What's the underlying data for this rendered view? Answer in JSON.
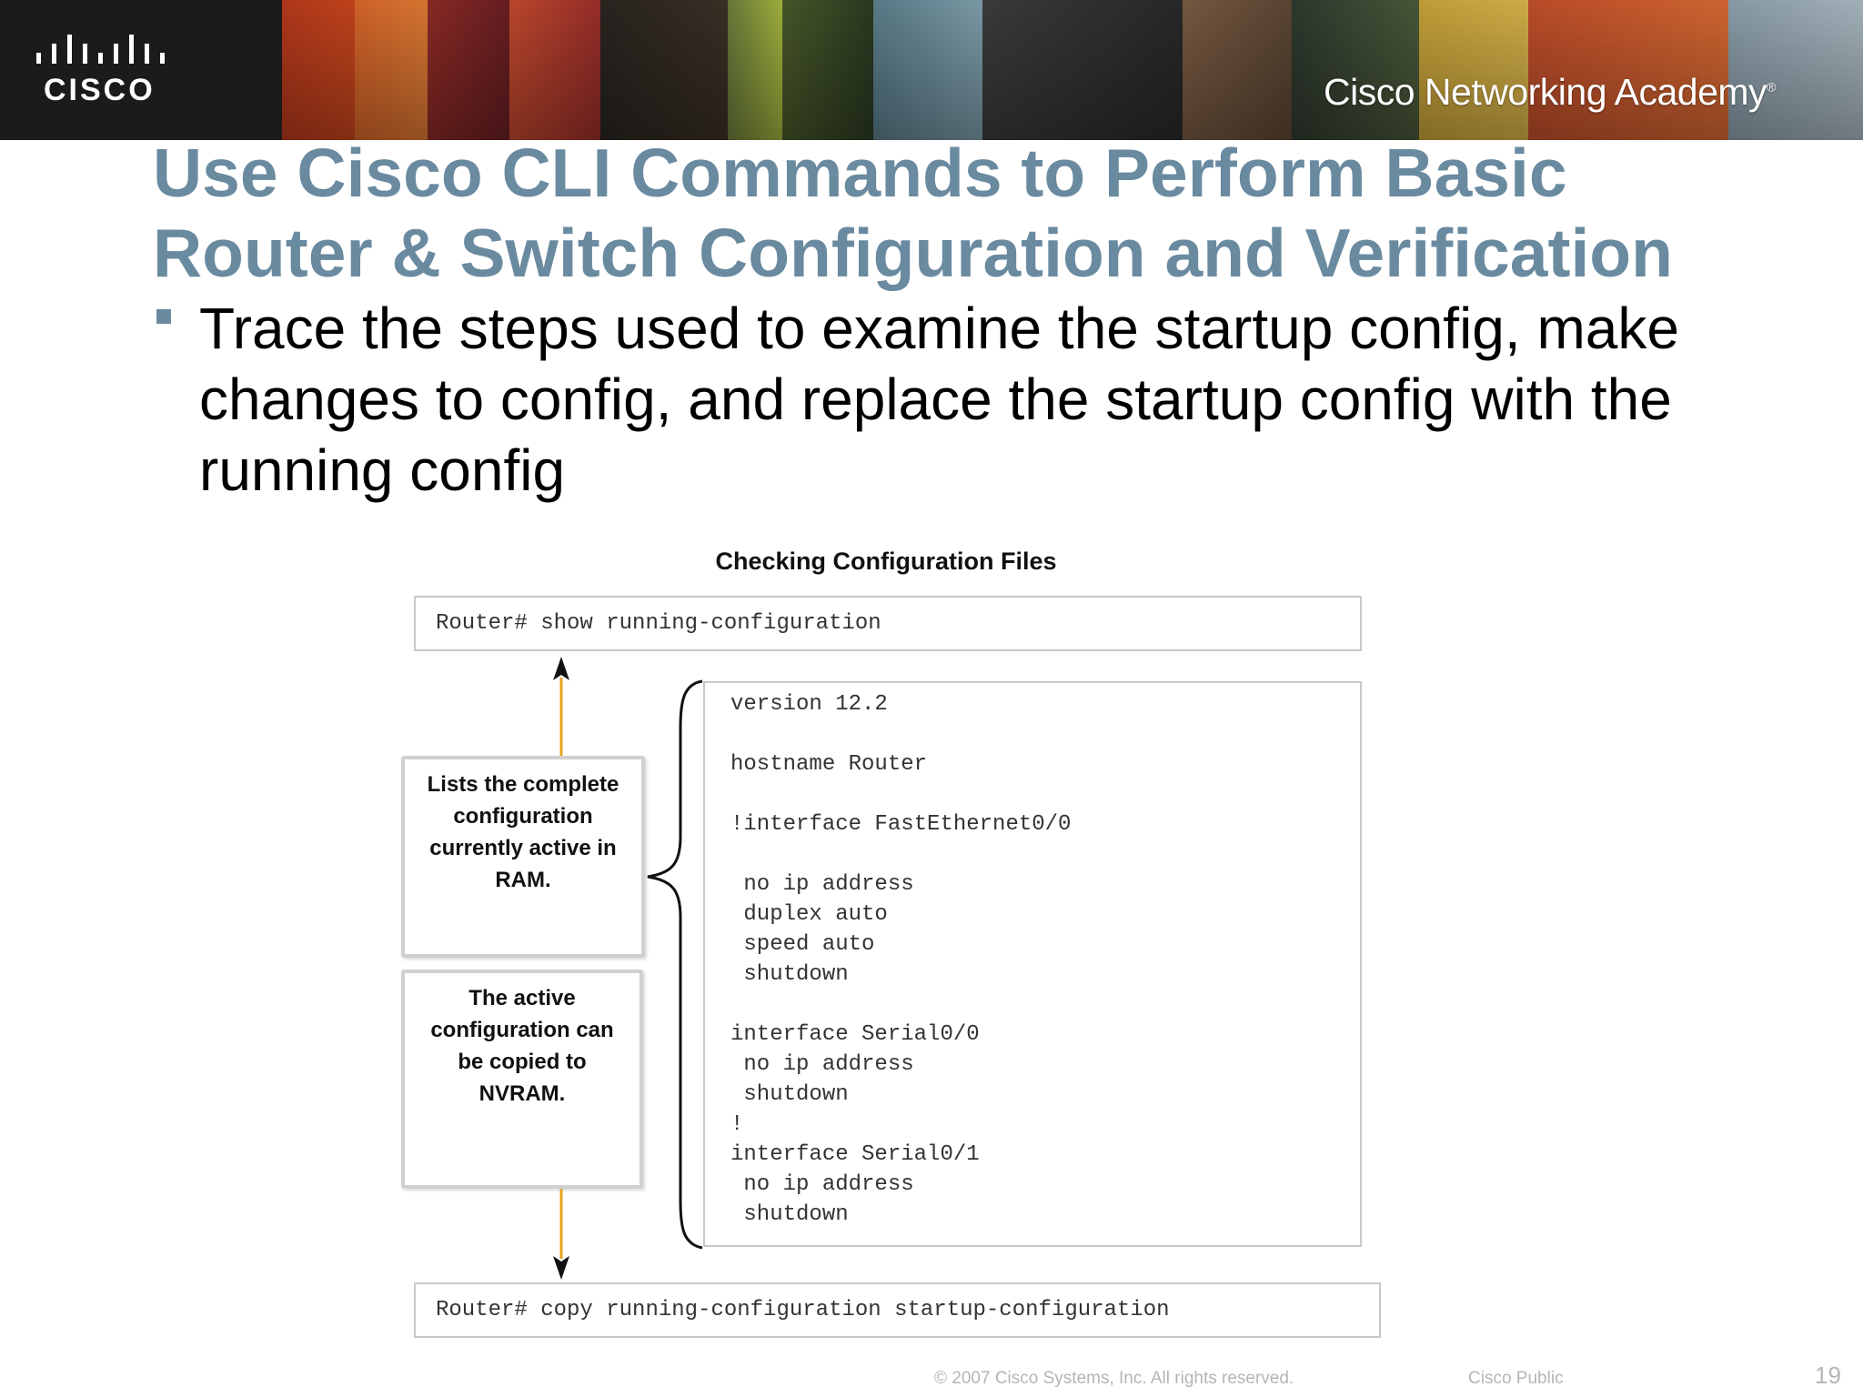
{
  "header": {
    "logo_text": "CISCO",
    "academy_label": "Cisco Networking Academy",
    "academy_mark": "®"
  },
  "slide": {
    "title_line1": "Use Cisco CLI Commands to Perform Basic",
    "title_line2": "Router & Switch Configuration and Verification",
    "bullet": "Trace the steps used to examine the startup config, make changes to config, and replace the startup config with the running config"
  },
  "figure": {
    "title": "Checking Configuration Files",
    "show_command": "Router# show running-configuration",
    "copy_command": "Router# copy running-configuration startup-configuration",
    "note_top": "Lists the complete configuration currently active in RAM.",
    "note_bottom": "The active configuration can be copied to NVRAM.",
    "config_lines": [
      "version 12.2",
      "hostname Router",
      "!interface FastEthernet0/0",
      " no ip address",
      " duplex auto",
      " speed auto",
      " shutdown",
      "interface Serial0/0",
      " no ip address",
      " shutdown",
      "!",
      "interface Serial0/1",
      " no ip address",
      " shutdown"
    ],
    "arrow_color": "#e8a020"
  },
  "footer": {
    "copyright": "© 2007 Cisco Systems, Inc. All rights reserved.",
    "classification": "Cisco Public",
    "page_number": "19"
  }
}
